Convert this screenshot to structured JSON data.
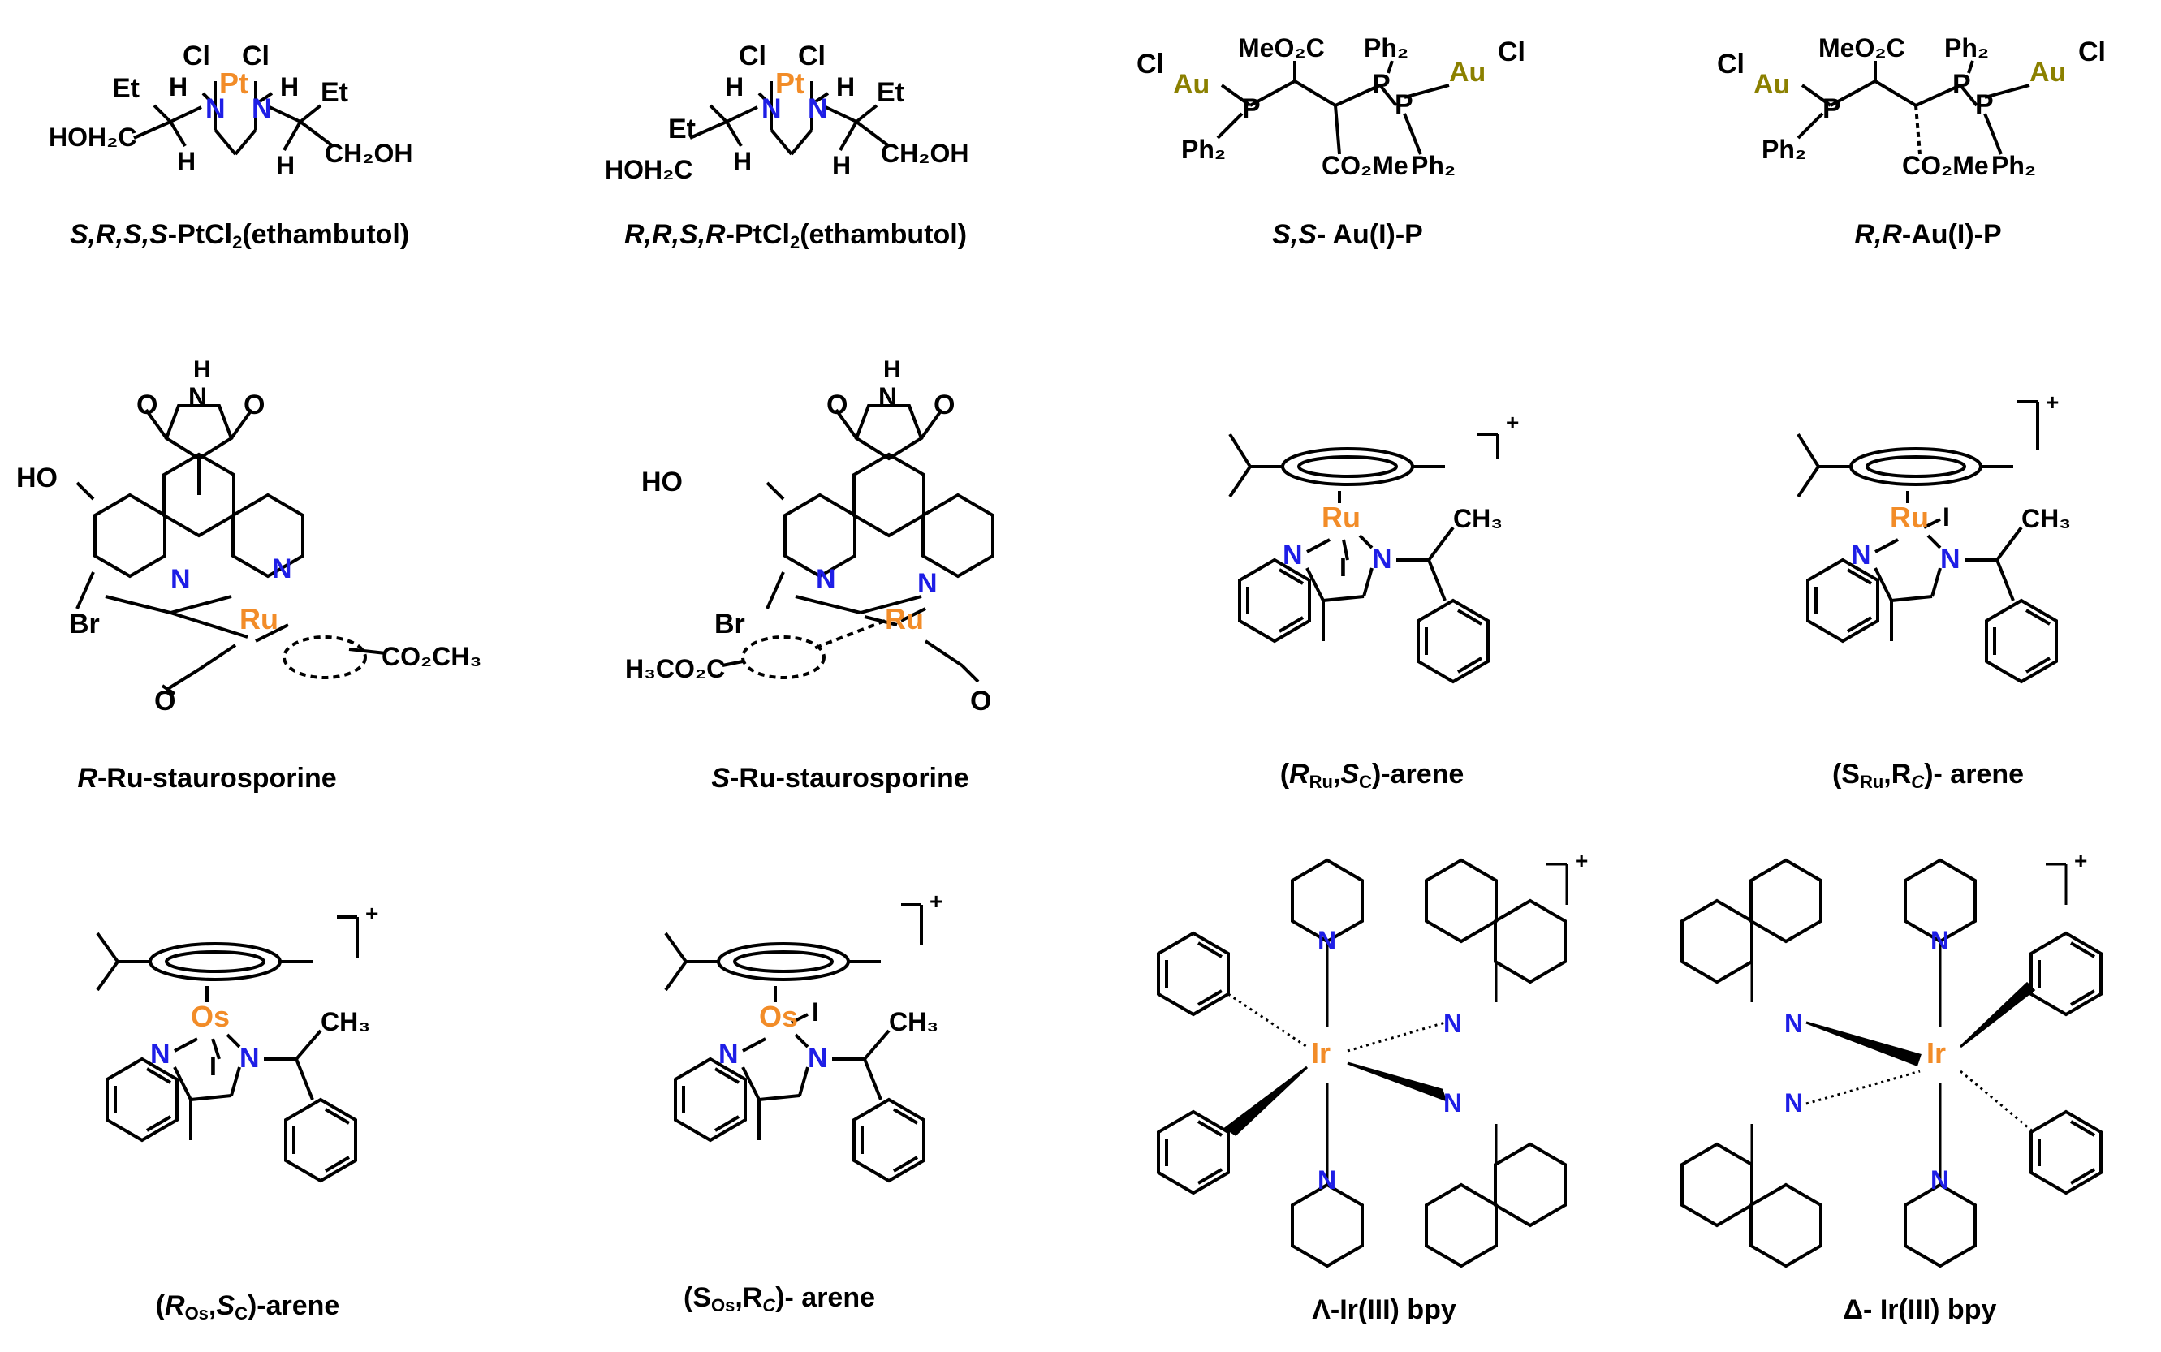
{
  "colors": {
    "platinum": "#F28C28",
    "ruthenium": "#F28C28",
    "osmium": "#F28C28",
    "iridium": "#F28C28",
    "gold": "#8B8000",
    "nitrogen": "#1E1EE6",
    "bond": "#000000"
  },
  "atoms": {
    "Pt": "Pt",
    "Ru": "Ru",
    "Os": "Os",
    "Ir": "Ir",
    "Au": "Au",
    "Cl": "Cl",
    "N": "N",
    "H": "H",
    "P": "P",
    "I": "I",
    "O": "O",
    "Br": "Br",
    "HO": "HO",
    "Et": "Et",
    "HOH2C": "HOH₂C",
    "CH2OH": "CH₂OH",
    "MeO2C": "MeO₂C",
    "CO2Me": "CO₂Me",
    "Ph2": "Ph₂",
    "CO2CH3": "CO₂CH₃",
    "H3CO2C": "H₃CO₂C",
    "CH3": "CH₃",
    "charge": "+"
  },
  "captions": [
    {
      "a": "S,R,S,S",
      "b": "-PtCl",
      "c": "2",
      "d": "(ethambutol)"
    },
    {
      "a": "R,R,S,R",
      "b": "-PtCl",
      "c": "2",
      "d": "(ethambutol)"
    },
    {
      "a": "S,S",
      "b": "- Au(I)-P"
    },
    {
      "a": "R,R",
      "b": "-Au(I)-P"
    },
    {
      "a": "R",
      "b": "-Ru-staurosporine"
    },
    {
      "a": "S",
      "b": "-Ru-staurosporine"
    },
    {
      "a": "(",
      "b": "R",
      "c": "Ru",
      "d": ",",
      "e": "S",
      "f": "C",
      "g": ")-arene"
    },
    {
      "a": "(S",
      "b": "Ru",
      "c": ",R",
      "d": "C",
      "e": ")- arene"
    },
    {
      "a": "(",
      "b": "R",
      "c": "Os",
      "d": ",",
      "e": "S",
      "f": "C",
      "g": ")-arene"
    },
    {
      "a": "(S",
      "b": "Os",
      "c": ",R",
      "d": "C",
      "e": ")- arene"
    },
    {
      "a": "Λ-Ir(III) bpy"
    },
    {
      "a": "Δ- Ir(III) bpy"
    }
  ]
}
